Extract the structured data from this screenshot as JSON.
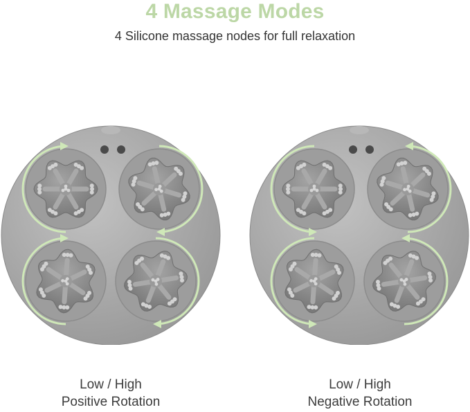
{
  "header": {
    "title": "4 Massage Modes",
    "subtitle": "4 Silicone massage nodes for full relaxation"
  },
  "devices": [
    {
      "caption_line1": "Low / High",
      "caption_line2": "Positive Rotation",
      "rotation": "positive"
    },
    {
      "caption_line1": "Low / High",
      "caption_line2": "Negative Rotation",
      "rotation": "negative"
    }
  ],
  "colors": {
    "title": "#bcd7a6",
    "arrow": "#cfe8b8",
    "body": "#a8a8a8",
    "node": "#8e8e8e"
  },
  "icons": [
    "clockwise-arrow-icon",
    "counterclockwise-arrow-icon"
  ]
}
